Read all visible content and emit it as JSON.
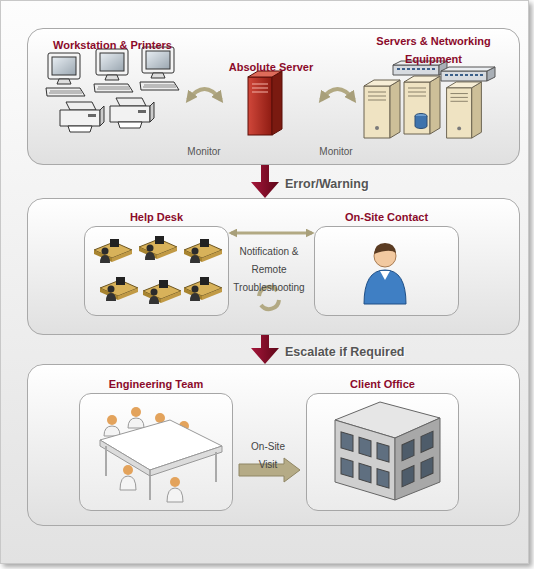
{
  "diagram": {
    "nodes": [
      {
        "text": []
      },
      {
        "text": [
          "Workstation & Printers"
        ],
        "in": 0
      },
      {
        "text": [
          "Absolute Server"
        ],
        "in": 0
      },
      {
        "text": [
          "Servers & Networking Equipment"
        ],
        "in": 0
      },
      {
        "text": []
      },
      {
        "text": [
          "Help Desk"
        ],
        "in": 4
      },
      {
        "text": [
          "On-Site Contact"
        ],
        "in": 4
      },
      {
        "text": []
      },
      {
        "text": [
          "Engineering Team"
        ],
        "in": 7
      },
      {
        "text": [
          "Client Office"
        ],
        "in": 7
      }
    ],
    "edges": [
      {
        "from": 1,
        "to": 2,
        "label": "Monitor",
        "arrow": "both"
      },
      {
        "from": 2,
        "to": 3,
        "label": "Monitor",
        "arrow": "both"
      },
      {
        "from": 0,
        "to": 4,
        "label": "Error/Warning",
        "arrow": "to"
      },
      {
        "from": 5,
        "to": 6,
        "label": "Notification & Remote Troubleshooting",
        "arrow": "both"
      },
      {
        "from": 4,
        "to": 7,
        "label": "Escalate if Required",
        "arrow": "to"
      },
      {
        "from": 8,
        "to": 9,
        "label": "On-Site Visit",
        "arrow": "to"
      }
    ]
  }
}
